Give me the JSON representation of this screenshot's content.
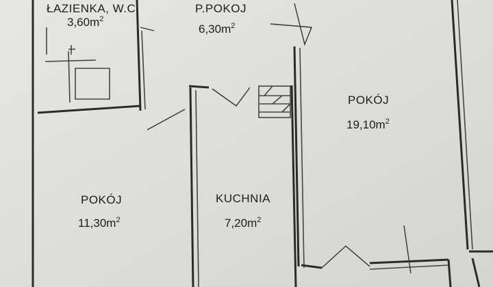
{
  "rooms": [
    {
      "id": "lazienka",
      "name": "ŁAZIENKA, W.C",
      "area": "3,60m",
      "sup": "2"
    },
    {
      "id": "przedpokoj",
      "name": "P.POKOJ",
      "area": "6,30m",
      "sup": "2"
    },
    {
      "id": "pokoj-large",
      "name": "POKÓJ",
      "area": "19,10m",
      "sup": "2"
    },
    {
      "id": "pokoj-left",
      "name": "POKÓJ",
      "area": "11,30m",
      "sup": "2"
    },
    {
      "id": "kuchnia",
      "name": "KUCHNIA",
      "area": "7,20m",
      "sup": "2"
    }
  ],
  "colors": {
    "paper": "#e4e4e0",
    "ink": "#2a2a2a"
  }
}
